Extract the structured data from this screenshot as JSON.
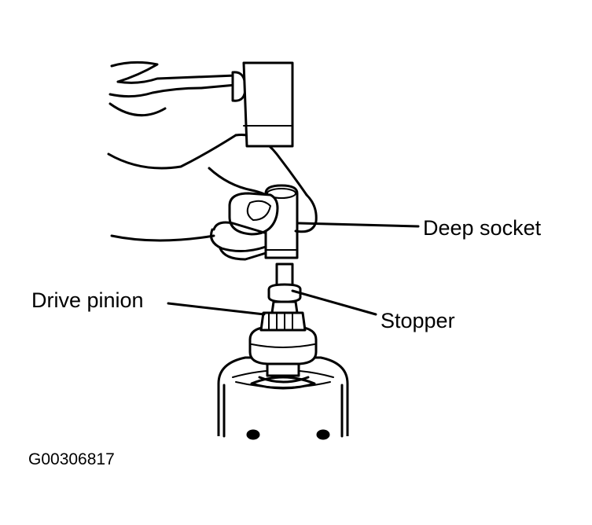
{
  "labels": {
    "deep_socket": "Deep socket",
    "drive_pinion": "Drive pinion",
    "stopper": "Stopper"
  },
  "figure_code": "G00306817",
  "colors": {
    "ink": "#000000",
    "background": "#ffffff"
  }
}
